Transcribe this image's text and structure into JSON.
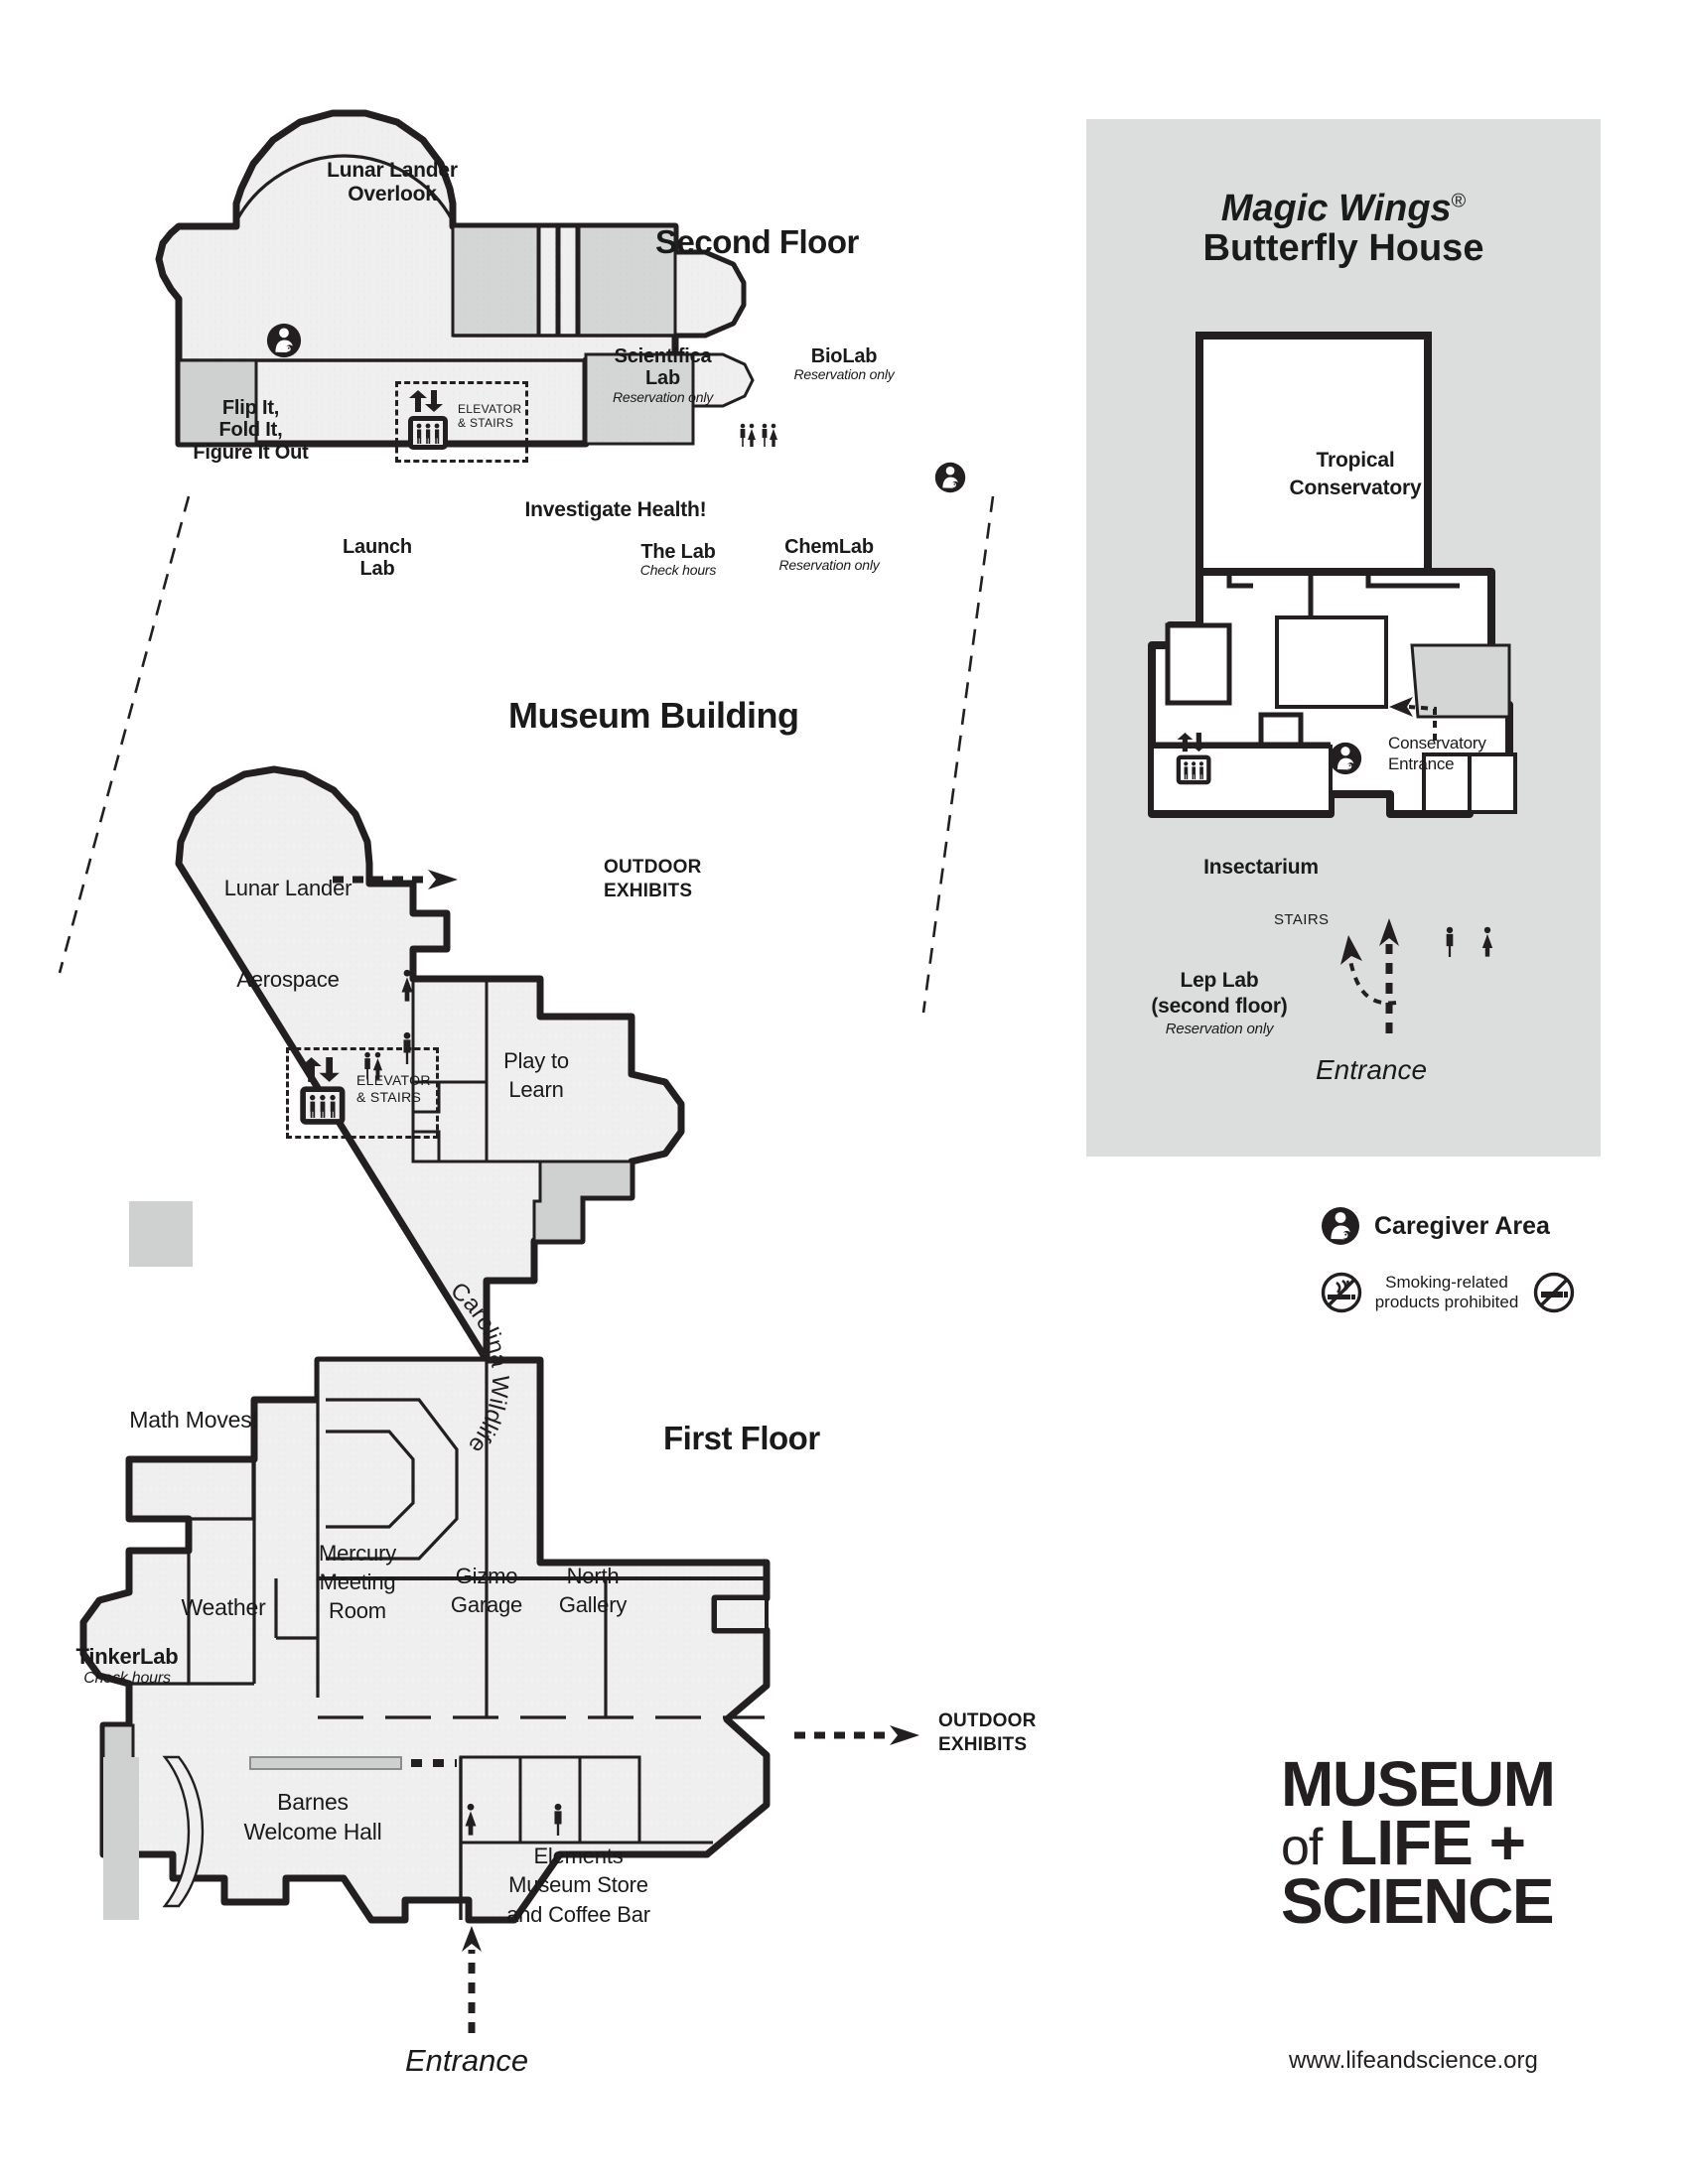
{
  "page": {
    "background": "#ffffff",
    "ink": "#231f20",
    "room_fill": "#efefef",
    "shaded_fill": "#d2d4d3",
    "panel_fill": "#dcdedd"
  },
  "museum_building": {
    "title": "Museum Building"
  },
  "second_floor": {
    "title": "Second Floor",
    "rooms": [
      {
        "name": "Lunar Lander Overlook",
        "label": "Lunar Lander\nOverlook",
        "note": ""
      },
      {
        "name": "Flip It, Fold It, Figure It Out",
        "label": "Flip It,\nFold It,\nFigure It Out",
        "note": ""
      },
      {
        "name": "Scientifica Lab",
        "label": "Scientifica\nLab",
        "note": "Reservation only"
      },
      {
        "name": "BioLab",
        "label": "BioLab",
        "note": "Reservation only"
      },
      {
        "name": "Investigate Health!",
        "label": "Investigate Health!",
        "note": ""
      },
      {
        "name": "Launch Lab",
        "label": "Launch\nLab",
        "note": ""
      },
      {
        "name": "The Lab",
        "label": "The Lab",
        "note": "Check hours"
      },
      {
        "name": "ChemLab",
        "label": "ChemLab",
        "note": "Reservation only"
      }
    ],
    "labels": {
      "lunar_lander_overlook_l1": "Lunar Lander",
      "lunar_lander_overlook_l2": "Overlook",
      "flip_l1": "Flip It,",
      "flip_l2": "Fold It,",
      "flip_l3": "Figure It Out",
      "scientifica_l1": "Scientifica",
      "scientifica_l2": "Lab",
      "scientifica_note": "Reservation only",
      "biolab": "BioLab",
      "biolab_note": "Reservation only",
      "investigate_health": "Investigate Health!",
      "launch_l1": "Launch",
      "launch_l2": "Lab",
      "the_lab": "The Lab",
      "the_lab_note": "Check hours",
      "chemlab": "ChemLab",
      "chemlab_note": "Reservation only"
    },
    "elevator": {
      "line1": "ELEVATOR",
      "line2": "& STAIRS"
    }
  },
  "first_floor": {
    "title": "First Floor",
    "labels": {
      "lunar_lander": "Lunar Lander",
      "aerospace": "Aerospace",
      "play_to_learn_l1": "Play to",
      "play_to_learn_l2": "Learn",
      "math_moves": "Math Moves!",
      "carolina_wildlife": "Carolina Wildlife",
      "weather": "Weather",
      "tinkerlab": "TinkerLab",
      "tinkerlab_note": "Check hours",
      "mercury_l1": "Mercury",
      "mercury_l2": "Meeting",
      "mercury_l3": "Room",
      "gizmo_l1": "Gizmo",
      "gizmo_l2": "Garage",
      "north_l1": "North",
      "north_l2": "Gallery",
      "barnes_l1": "Barnes",
      "barnes_l2": "Welcome Hall",
      "elements_l1": "Elements",
      "elements_l2": "Museum Store",
      "elements_l3": "and Coffee Bar",
      "entrance": "Entrance"
    },
    "outdoor_exhibits_top": {
      "line1": "OUTDOOR",
      "line2": "EXHIBITS"
    },
    "outdoor_exhibits_bottom": {
      "line1": "OUTDOOR",
      "line2": "EXHIBITS"
    },
    "elevator": {
      "line1": "ELEVATOR",
      "line2": "& STAIRS"
    }
  },
  "butterfly_house": {
    "title_italic": "Magic Wings",
    "title_sup": "®",
    "title_bold": "Butterfly House",
    "labels": {
      "tropical_l1": "Tropical",
      "tropical_l2": "Conservatory",
      "conservatory_entrance_l1": "Conservatory",
      "conservatory_entrance_l2": "Entrance",
      "insectarium": "Insectarium",
      "stairs": "STAIRS",
      "lep_lab_l1": "Lep Lab",
      "lep_lab_l2": "(second floor)",
      "lep_lab_note": "Reservation only",
      "entrance": "Entrance"
    }
  },
  "legend": {
    "caregiver": "Caregiver Area",
    "smoking_l1": "Smoking-related",
    "smoking_l2": "products prohibited"
  },
  "footer": {
    "logo_l1": "MUSEUM",
    "logo_of": "of",
    "logo_l2": "LIFE +",
    "logo_l3": "SCIENCE",
    "website": "www.lifeandscience.org"
  }
}
